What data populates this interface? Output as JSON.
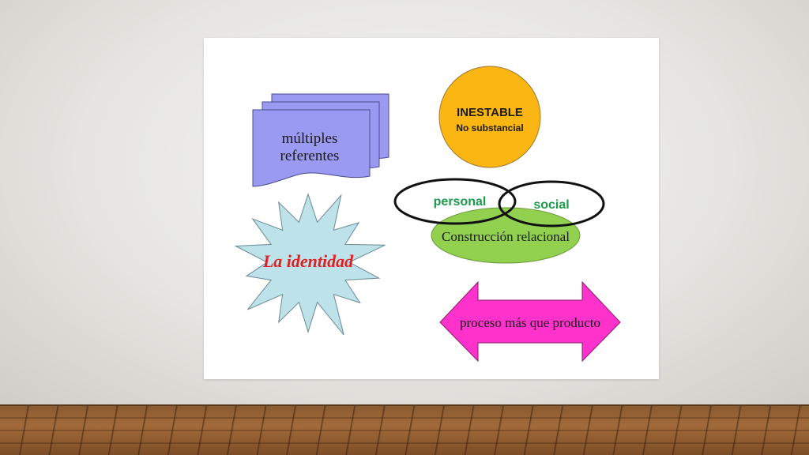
{
  "slide": {
    "documents_label_line1": "múltiples",
    "documents_label_line2": "referentes",
    "circle_title": "INESTABLE",
    "circle_subtitle": "No substancial",
    "venn_left_label": "personal",
    "venn_right_label": "social",
    "venn_bottom_label": "Construcción relacional",
    "starburst_label": "La identidad",
    "arrow_label": "proceso más que producto"
  },
  "colors": {
    "documents_fill": "#9a9af2",
    "circle_fill": "#fbb613",
    "venn_text": "#1a9a4a",
    "relational_fill": "#92d050",
    "starburst_fill": "#bde2ea",
    "starburst_text": "#e02020",
    "arrow_fill": "#ff33cc"
  }
}
